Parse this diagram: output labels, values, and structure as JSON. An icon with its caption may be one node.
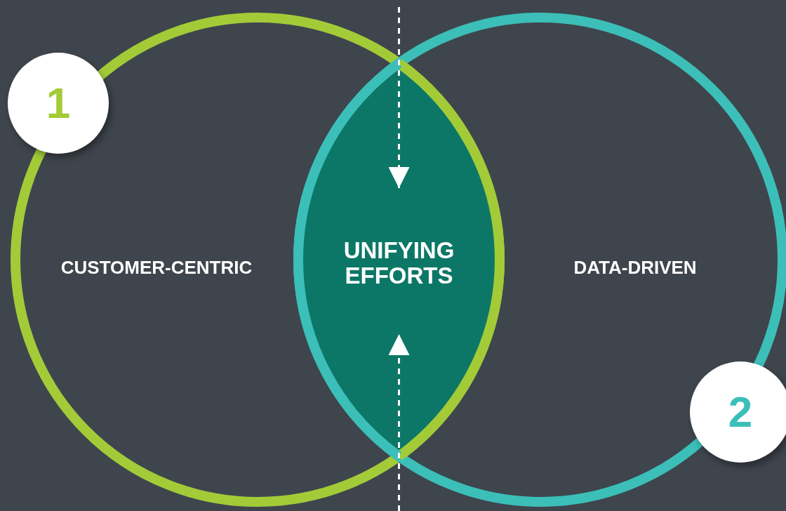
{
  "diagram": {
    "nodes": [
      {
        "text": [
          "CUSTOMER-CENTRIC"
        ]
      },
      {
        "text": [
          "DATA-DRIVEN"
        ]
      },
      {
        "text": [
          "UNIFYING EFFORTS"
        ]
      },
      {
        "text": [
          "1"
        ]
      },
      {
        "text": [
          "2"
        ]
      }
    ],
    "edges": [
      {
        "from": null,
        "to": 2,
        "arrow": "to",
        "style": "dashed"
      },
      {
        "from": null,
        "to": 2,
        "arrow": "to",
        "style": "dashed"
      }
    ]
  }
}
